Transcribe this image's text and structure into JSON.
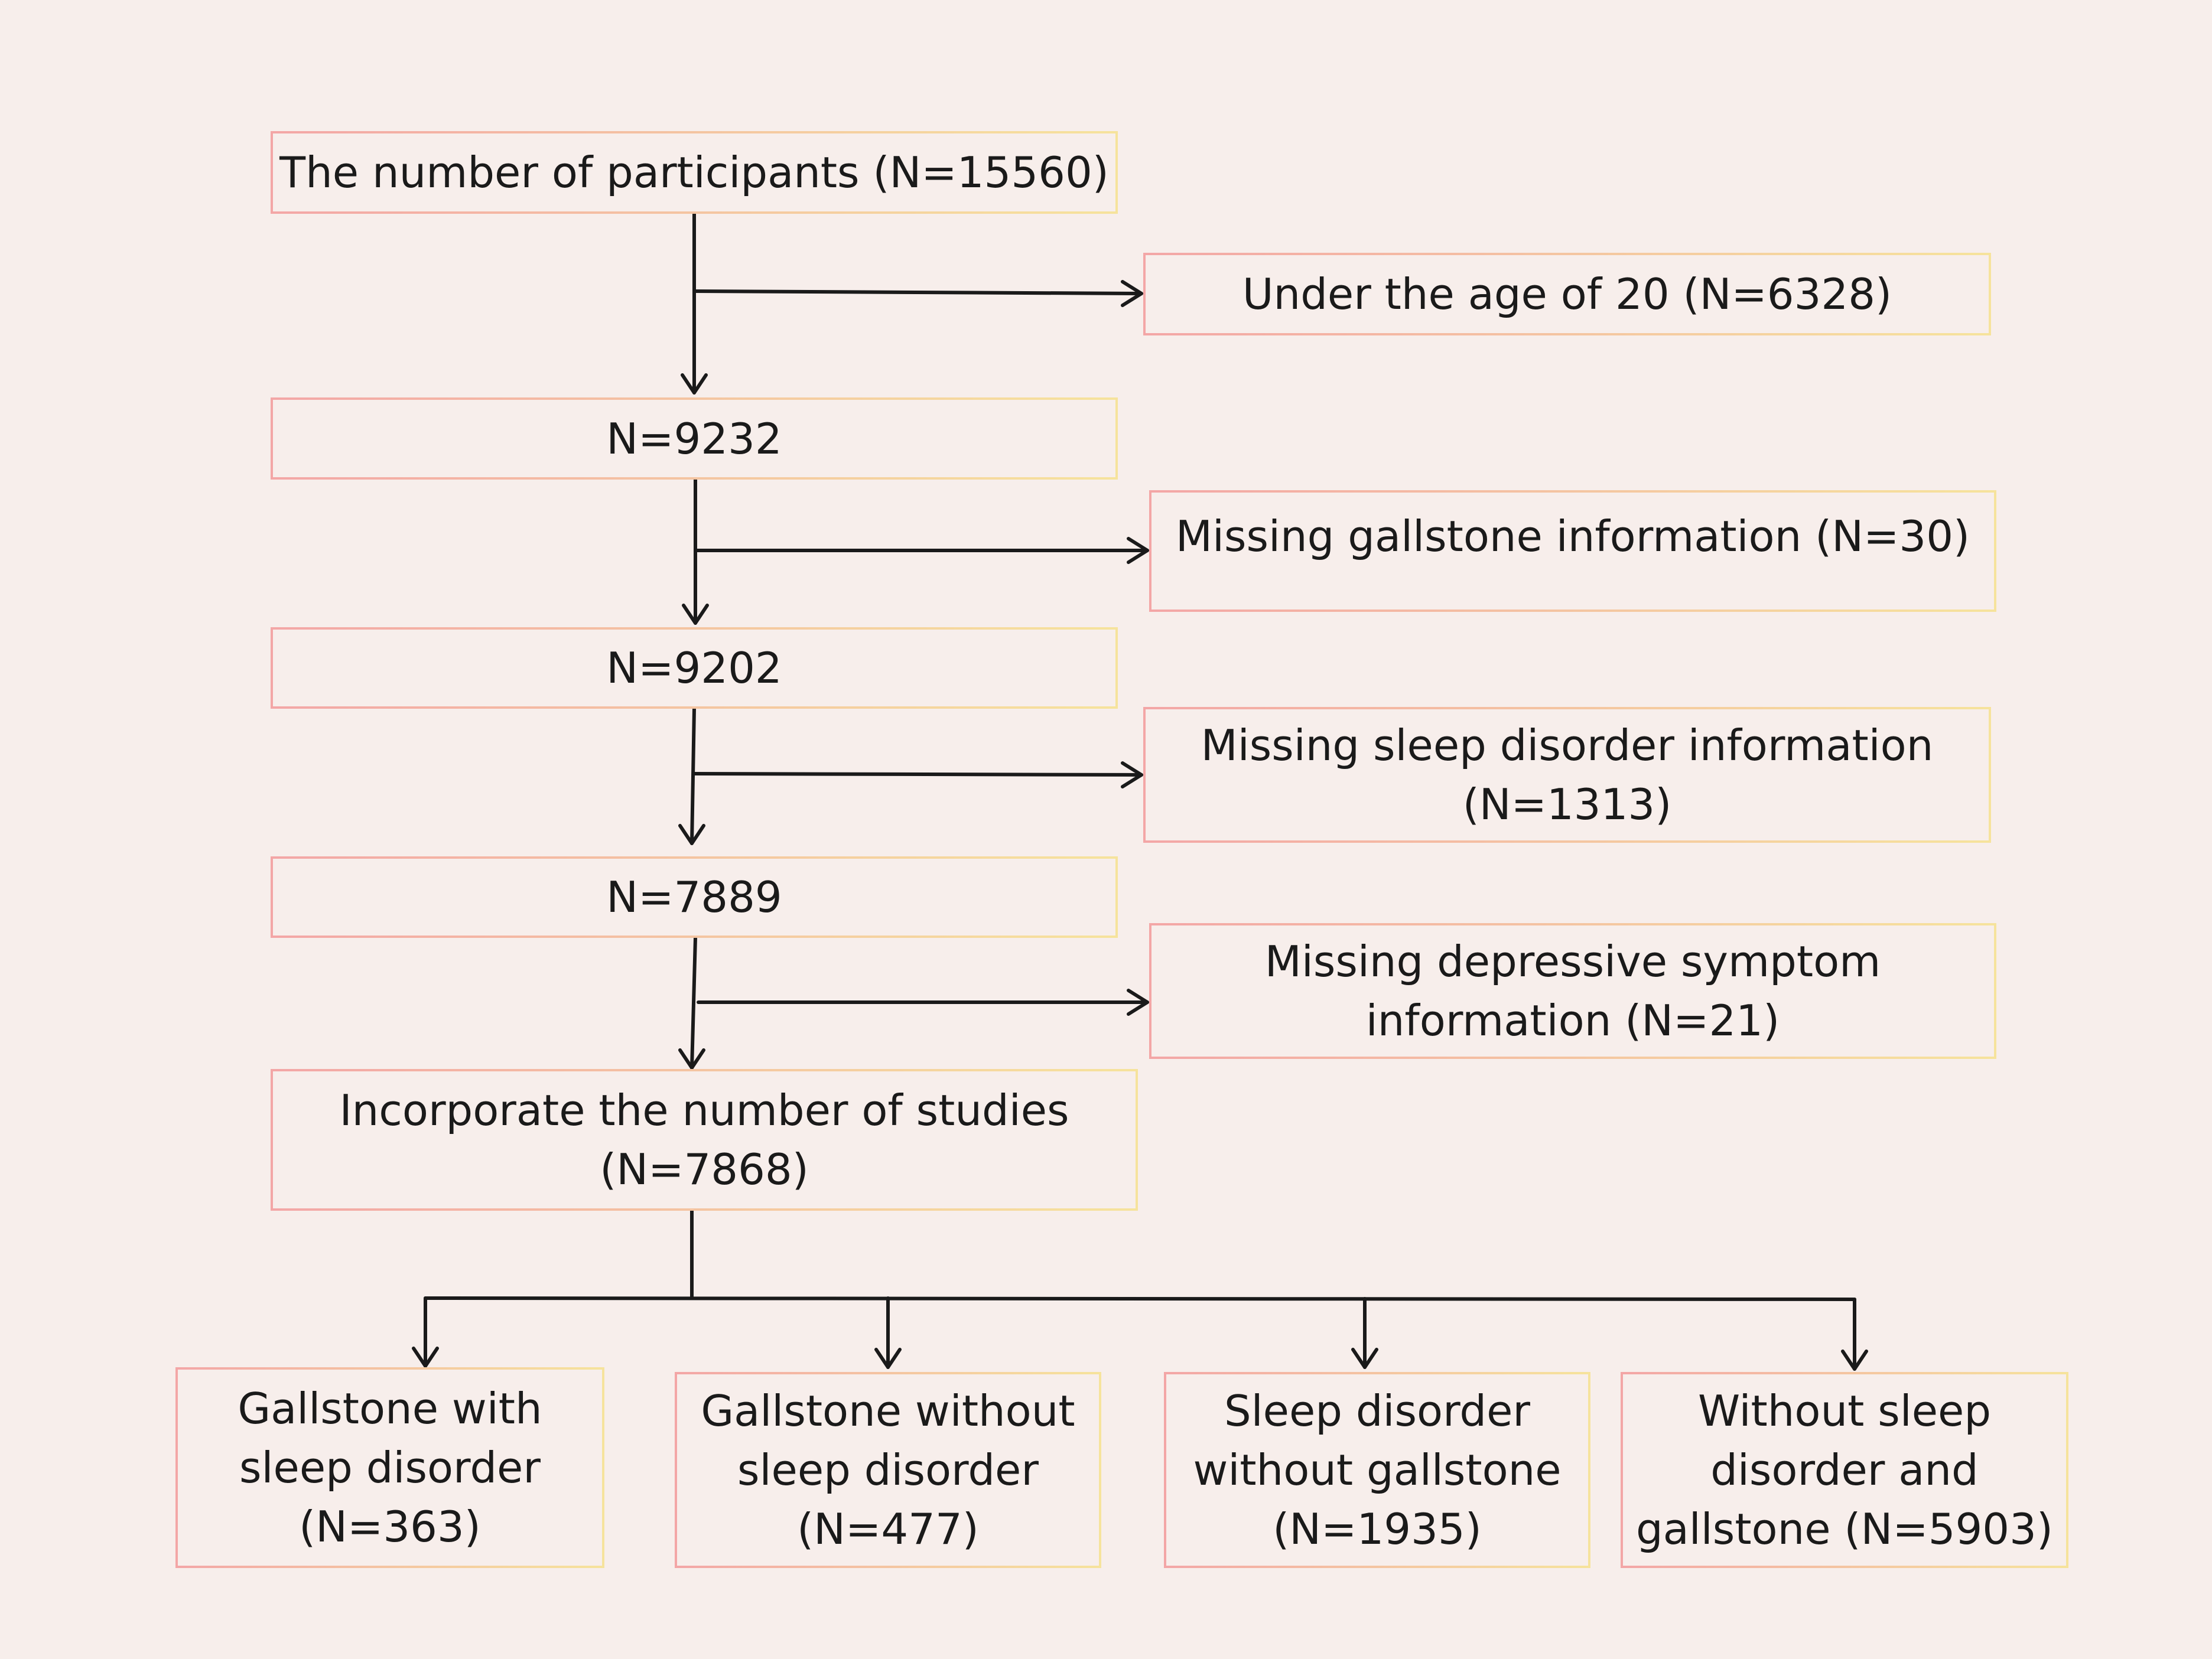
{
  "flowchart": {
    "participants": {
      "text": "The number of participants (N=15560)"
    },
    "excluded_age": {
      "text": "Under the age of 20 (N=6328)"
    },
    "n_9232": {
      "text": "N=9232"
    },
    "excluded_gallstone": {
      "text": "Missing gallstone information (N=30)"
    },
    "n_9202": {
      "text": "N=9202"
    },
    "excluded_sleep": {
      "text": "Missing sleep disorder information\n(N=1313)"
    },
    "n_7889": {
      "text": "N=7889"
    },
    "excluded_depression": {
      "text": "Missing depressive symptom\ninformation (N=21)"
    },
    "included": {
      "text": "Incorporate the number of studies\n(N=7868)"
    },
    "groups": [
      {
        "text": "Gallstone with\nsleep  disorder\n(N=363)"
      },
      {
        "text": "Gallstone without\nsleep disorder\n(N=477)"
      },
      {
        "text": "Sleep disorder\nwithout gallstone\n(N=1935)"
      },
      {
        "text": "Without sleep\ndisorder and\ngallstone (N=5903)"
      }
    ]
  },
  "colors": {
    "background": "#f7eeeb",
    "border_left": "#f3a6a6",
    "border_right": "#f6e39c",
    "line": "#1a1a1a"
  }
}
